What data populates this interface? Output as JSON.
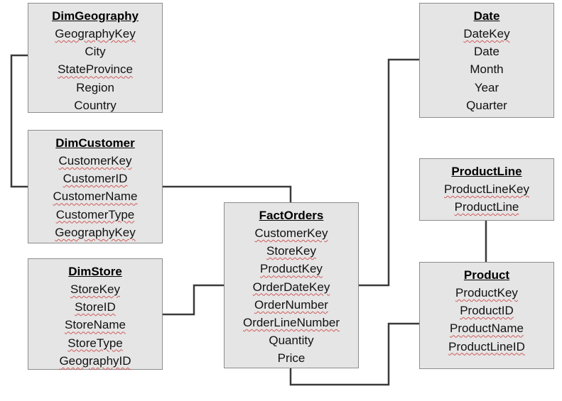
{
  "tables": {
    "dim_geography": {
      "title": "DimGeography",
      "fields": [
        "GeographyKey",
        "City",
        "StateProvince",
        "Region",
        "Country"
      ]
    },
    "dim_customer": {
      "title": "DimCustomer",
      "fields": [
        "CustomerKey",
        "CustomerID",
        "CustomerName",
        "CustomerType",
        "GeographyKey"
      ]
    },
    "dim_store": {
      "title": "DimStore",
      "fields": [
        "StoreKey",
        "StoreID",
        "StoreName",
        "StoreType",
        "GeographyID"
      ]
    },
    "fact_orders": {
      "title": "FactOrders",
      "fields": [
        "CustomerKey",
        "StoreKey",
        "ProductKey",
        "OrderDateKey",
        "OrderNumber",
        "OrderLineNumber",
        "Quantity",
        "Price"
      ]
    },
    "date": {
      "title": "Date",
      "fields": [
        "DateKey",
        "Date",
        "Month",
        "Year",
        "Quarter"
      ]
    },
    "product_line": {
      "title": "ProductLine",
      "fields": [
        "ProductLineKey",
        "ProductLine"
      ]
    },
    "product": {
      "title": "Product",
      "fields": [
        "ProductKey",
        "ProductID",
        "ProductName",
        "ProductLineID"
      ]
    }
  },
  "colors": {
    "box_fill": "#e5e5e5",
    "box_border": "#8c8c8c",
    "connector": "#3a3a3a",
    "spellcheck_underline": "#d05a5a"
  }
}
